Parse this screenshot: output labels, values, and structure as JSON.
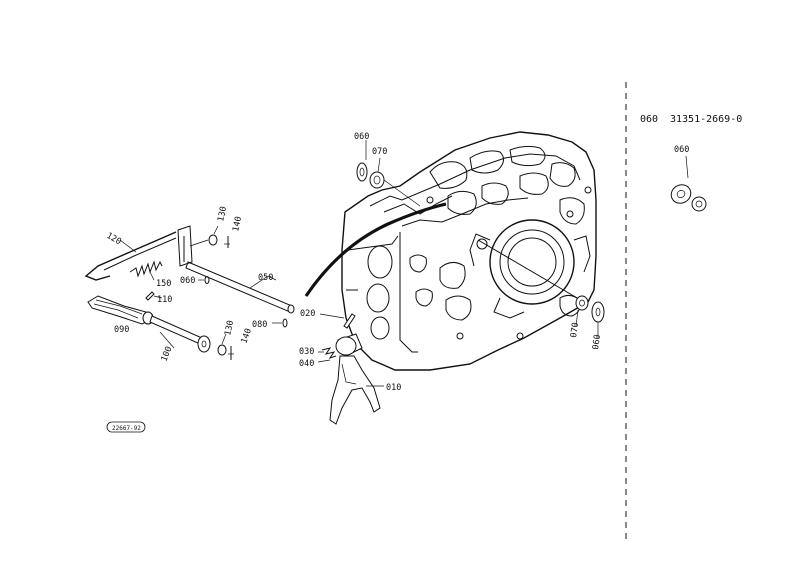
{
  "labels": {
    "l060_top": "060",
    "l070_top": "070",
    "l130_top": "130",
    "l140_top": "140",
    "l120": "120",
    "l150": "150",
    "l060_mid": "060",
    "l050": "050",
    "l110": "110",
    "l090": "090",
    "l100": "100",
    "l130_bot": "130",
    "l140_bot": "140",
    "l080": "080",
    "l020": "020",
    "l030": "030",
    "l040": "040",
    "l010": "010",
    "l070_right": "070",
    "l060_right": "060",
    "stamp": "22667-92"
  },
  "side_panel": {
    "header_code": "060",
    "header_part_number": "31351-2669-0",
    "detail_label": "060"
  }
}
